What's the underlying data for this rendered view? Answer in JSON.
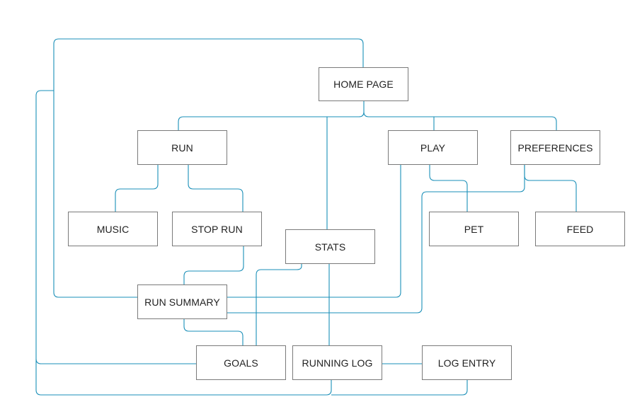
{
  "diagram": {
    "nodes": {
      "home_page": "HOME PAGE",
      "run": "RUN",
      "play": "PLAY",
      "preferences": "PREFERENCES",
      "music": "MUSIC",
      "stop_run": "STOP RUN",
      "stats": "STATS",
      "pet": "PET",
      "feed": "FEED",
      "run_summary": "RUN SUMMARY",
      "goals": "GOALS",
      "running_log": "RUNNING LOG",
      "log_entry": "LOG ENTRY"
    },
    "colors": {
      "connector": "#1a8fb8",
      "node_border": "#7a7a7a",
      "node_text": "#222222",
      "background": "#ffffff"
    }
  }
}
